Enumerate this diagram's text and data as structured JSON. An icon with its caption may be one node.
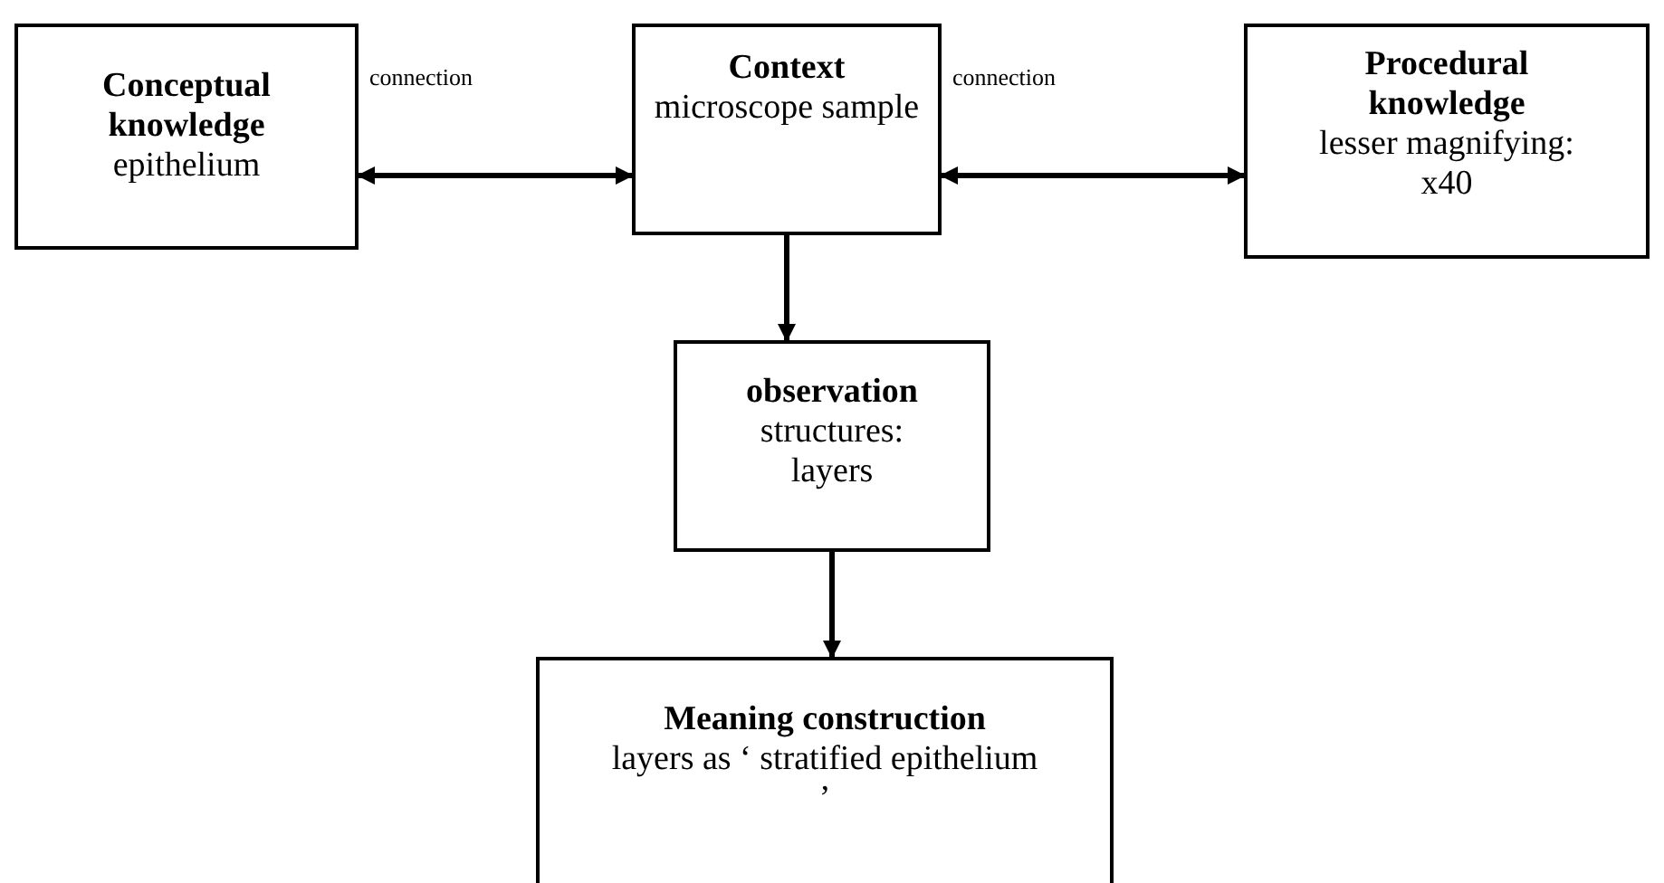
{
  "diagram": {
    "nodes": [
      {
        "text": [
          "Conceptual knowledge",
          "epithelium"
        ]
      },
      {
        "text": [
          "Context",
          "microscope sample"
        ]
      },
      {
        "text": [
          "Procedural knowledge",
          "lesser magnifying: x40"
        ]
      },
      {
        "text": [
          "observation",
          "structures: layers"
        ]
      },
      {
        "text": [
          "Meaning construction",
          "layers as ‘ stratified epithelium ’"
        ]
      }
    ],
    "edges": [
      {
        "from": 0,
        "to": 1,
        "arrow": "both",
        "label": "connection"
      },
      {
        "from": 1,
        "to": 2,
        "arrow": "both",
        "label": "connection"
      },
      {
        "from": 1,
        "to": 3,
        "arrow": "to"
      },
      {
        "from": 3,
        "to": 4,
        "arrow": "to"
      }
    ]
  }
}
